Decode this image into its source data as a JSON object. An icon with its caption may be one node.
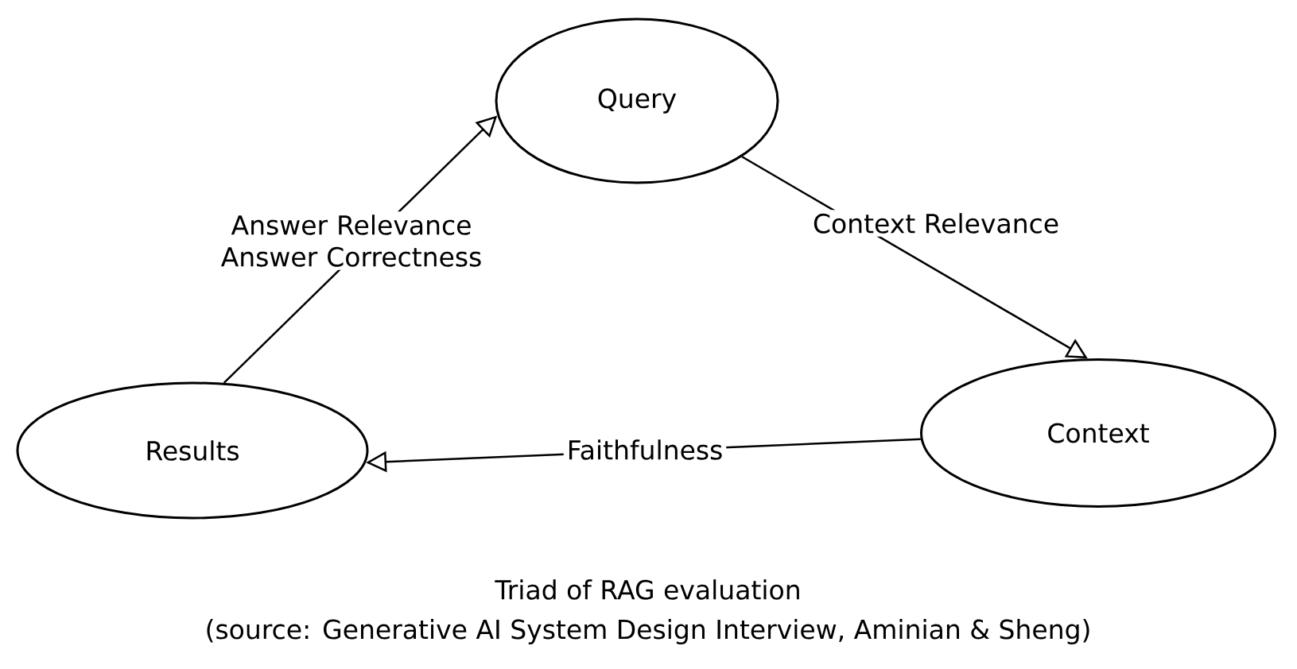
{
  "diagram": {
    "caption": "Triad of RAG evaluation",
    "nodes": [
      {
        "text": [
          "Query"
        ]
      },
      {
        "text": [
          "Context"
        ]
      },
      {
        "text": [
          "Results"
        ]
      }
    ],
    "edges": [
      {
        "from": 0,
        "to": 1,
        "arrow": "to",
        "label": "Context Relevance"
      },
      {
        "from": 1,
        "to": 2,
        "arrow": "to",
        "label": "Faithfulness"
      },
      {
        "from": 2,
        "to": 0,
        "arrow": "to",
        "label": "Answer Relevance Answer Correctness"
      }
    ],
    "labels": [
      "(source: Generative AI System Design Interview, Aminian & Sheng)"
    ]
  }
}
